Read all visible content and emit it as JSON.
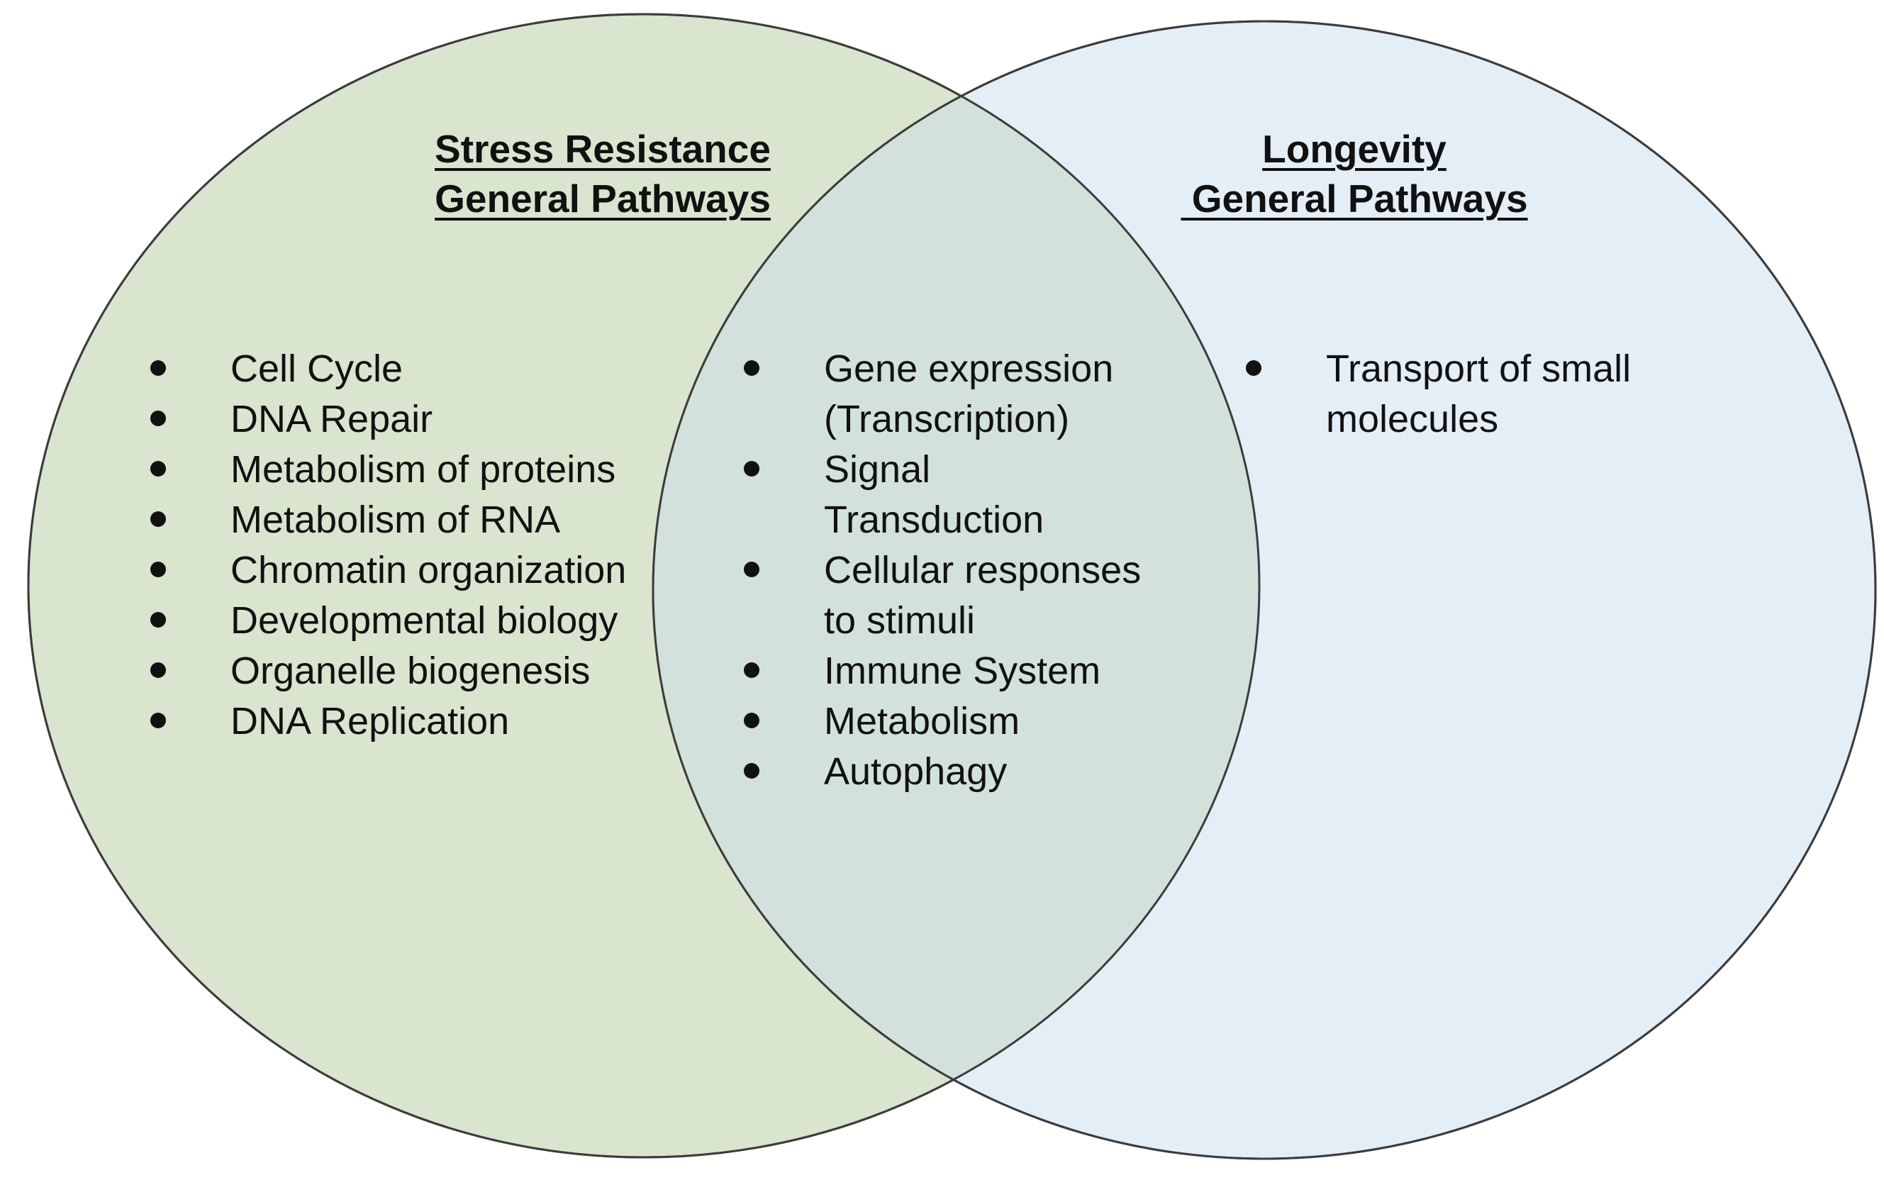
{
  "colors": {
    "left_circle_fill": "#d9e5cf",
    "right_circle_fill": "#e4eef7",
    "overlap_fill": "#d2e1dc",
    "outline": "#3c3c3c",
    "text": "#111111"
  },
  "sets": {
    "left": {
      "title_line1": "Stress Resistance",
      "title_line2": "General Pathways"
    },
    "right": {
      "title_line1": "Longevity",
      "title_line2": " General Pathways"
    }
  },
  "items": {
    "left_only": [
      "Cell Cycle",
      "DNA Repair",
      "Metabolism of proteins",
      "Metabolism of RNA",
      "Chromatin organization",
      "Developmental biology",
      "Organelle biogenesis",
      "DNA Replication"
    ],
    "overlap": [
      {
        "line1": "Gene expression",
        "line2": "(Transcription)"
      },
      {
        "line1": "Signal",
        "line2": "Transduction"
      },
      {
        "line1": "Cellular responses",
        "line2": "to stimuli"
      },
      {
        "line1": "Immune System",
        "line2": ""
      },
      {
        "line1": "Metabolism",
        "line2": ""
      },
      {
        "line1": "Autophagy",
        "line2": ""
      }
    ],
    "right_only": [
      {
        "line1": "Transport of small",
        "line2": "molecules"
      }
    ]
  }
}
